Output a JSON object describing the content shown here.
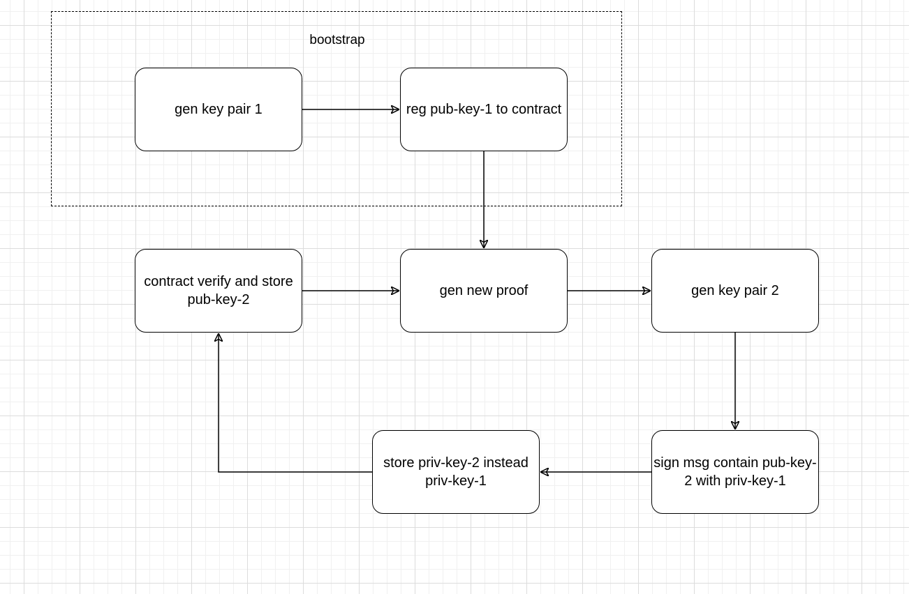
{
  "group": {
    "label": "bootstrap"
  },
  "nodes": {
    "gen_key_pair_1": "gen key pair 1",
    "reg_pub_key": "reg pub-key-1 to contract",
    "contract_verify": "contract verify and store pub-key-2",
    "gen_new_proof": "gen new proof",
    "gen_key_pair_2": "gen key pair 2",
    "sign_msg": "sign msg contain pub-key-2 with priv-key-1",
    "store_priv_key": "store priv-key-2 instead priv-key-1"
  },
  "edges": [
    {
      "from": "gen key pair 1",
      "to": "reg pub-key-1 to contract"
    },
    {
      "from": "reg pub-key-1 to contract",
      "to": "gen new proof"
    },
    {
      "from": "contract verify and store pub-key-2",
      "to": "gen new proof"
    },
    {
      "from": "gen new proof",
      "to": "gen key pair 2"
    },
    {
      "from": "gen key pair 2",
      "to": "sign msg contain pub-key-2 with priv-key-1"
    },
    {
      "from": "sign msg contain pub-key-2 with priv-key-1",
      "to": "store priv-key-2 instead priv-key-1"
    },
    {
      "from": "store priv-key-2 instead priv-key-1",
      "to": "contract verify and store pub-key-2"
    }
  ]
}
